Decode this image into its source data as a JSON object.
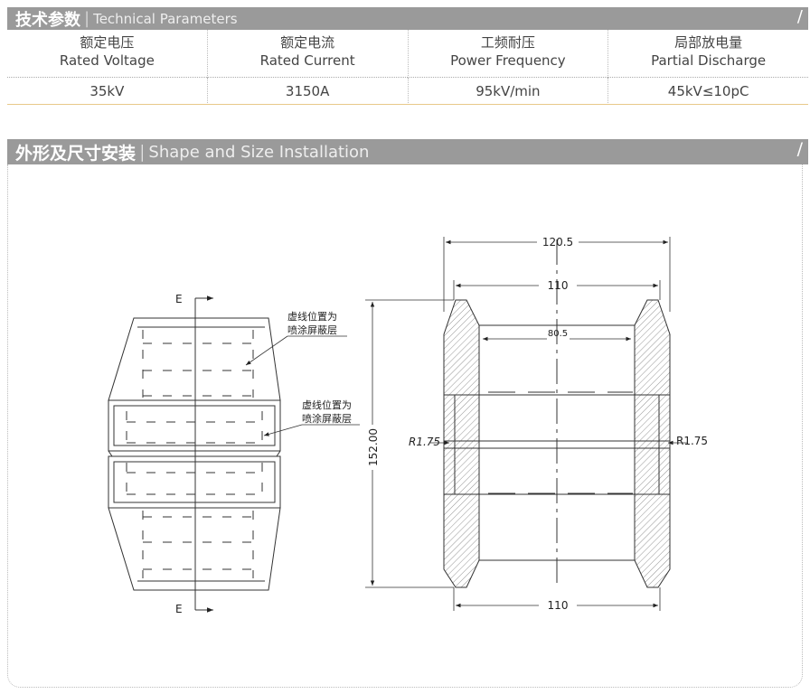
{
  "section1": {
    "title_zh": "技术参数",
    "sep": "|",
    "title_en": "Technical Parameters",
    "slash": "/"
  },
  "table": {
    "headers": [
      {
        "zh": "额定电压",
        "en": "Rated Voltage"
      },
      {
        "zh": "额定电流",
        "en": "Rated Current"
      },
      {
        "zh": "工频耐压",
        "en": "Power Frequency"
      },
      {
        "zh": "局部放电量",
        "en": "Partial Discharge"
      }
    ],
    "values": [
      "35kV",
      "3150A",
      "95kV/min",
      "45kV≤10pC"
    ]
  },
  "section2": {
    "title_zh": "外形及尺寸安装",
    "sep": "|",
    "title_en": "Shape and Size Installation",
    "slash": "/"
  },
  "drawing": {
    "section_label_top": "E",
    "section_label_bottom": "E",
    "note1_line1": "虚线位置为",
    "note1_line2": "喷涂屏蔽层",
    "note2_line1": "虚线位置为",
    "note2_line2": "喷涂屏蔽层",
    "dim_outer_top": "120.5",
    "dim_top": "110",
    "dim_inner": "80.5",
    "dim_bottom": "110",
    "dim_height": "152.00",
    "radius_left": "R1.75",
    "radius_right": "R1.75"
  },
  "colors": {
    "bar": "#9a9a9a",
    "accent_line": "#e8c98a"
  }
}
